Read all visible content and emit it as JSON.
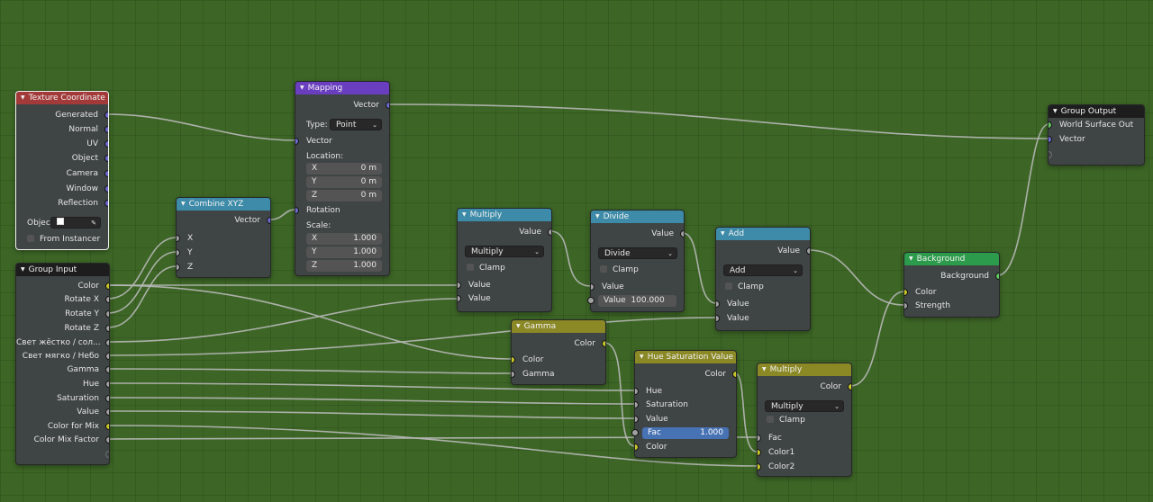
{
  "nodes": {
    "texture_coordinate": {
      "title": "Texture Coordinate",
      "outputs": [
        "Generated",
        "Normal",
        "UV",
        "Object",
        "Camera",
        "Window",
        "Reflection"
      ],
      "object_label": "Objec",
      "from_instancer": "From Instancer"
    },
    "mapping": {
      "title": "Mapping",
      "output": "Vector",
      "type_label": "Type:",
      "type_value": "Point",
      "vector_label": "Vector",
      "location_label": "Location:",
      "location": [
        {
          "axis": "X",
          "value": "0 m"
        },
        {
          "axis": "Y",
          "value": "0 m"
        },
        {
          "axis": "Z",
          "value": "0 m"
        }
      ],
      "rotation_label": "Rotation",
      "scale_label": "Scale:",
      "scale": [
        {
          "axis": "X",
          "value": "1.000"
        },
        {
          "axis": "Y",
          "value": "1.000"
        },
        {
          "axis": "Z",
          "value": "1.000"
        }
      ]
    },
    "combine_xyz": {
      "title": "Combine XYZ",
      "output": "Vector",
      "inputs": [
        "X",
        "Y",
        "Z"
      ]
    },
    "group_input": {
      "title": "Group Input",
      "outputs": [
        "Color",
        "Rotate X",
        "Rotate Y",
        "Rotate Z",
        "Свет жёстко / сол...",
        "Свет мягко / Небо",
        "Gamma",
        "Hue",
        "Saturation",
        "Value",
        "Color for Mix",
        "Color Mix Factor"
      ]
    },
    "multiply1": {
      "title": "Multiply",
      "output": "Value",
      "operation": "Multiply",
      "clamp": "Clamp",
      "inputs": [
        "Value",
        "Value"
      ]
    },
    "divide": {
      "title": "Divide",
      "output": "Value",
      "operation": "Divide",
      "clamp": "Clamp",
      "input": "Value",
      "field_label": "Value",
      "field_value": "100.000"
    },
    "add": {
      "title": "Add",
      "output": "Value",
      "operation": "Add",
      "clamp": "Clamp",
      "inputs": [
        "Value",
        "Value"
      ]
    },
    "gamma": {
      "title": "Gamma",
      "output": "Color",
      "inputs": [
        "Color",
        "Gamma"
      ]
    },
    "hsv": {
      "title": "Hue Saturation Value",
      "output": "Color",
      "inputs": [
        "Hue",
        "Saturation",
        "Value"
      ],
      "fac_label": "Fac",
      "fac_value": "1.000",
      "color_input": "Color"
    },
    "multiply2": {
      "title": "Multiply",
      "output": "Color",
      "operation": "Multiply",
      "clamp": "Clamp",
      "inputs": [
        "Fac",
        "Color1",
        "Color2"
      ]
    },
    "background": {
      "title": "Background",
      "output": "Background",
      "inputs": [
        "Color",
        "Strength"
      ]
    },
    "group_output": {
      "title": "Group Output",
      "inputs": [
        "World Surface Out",
        "Vector"
      ]
    }
  },
  "colors": {
    "canvas": "#3d6626",
    "node_body": "#3f4444",
    "header_texture": "#a33a3a",
    "header_vector": "#6a3fbf",
    "header_converter": "#3d8ba8",
    "header_group": "#1d1d1d",
    "header_color": "#8b8826",
    "header_shader": "#2d9b4c",
    "wire": "#b8b8b8"
  }
}
